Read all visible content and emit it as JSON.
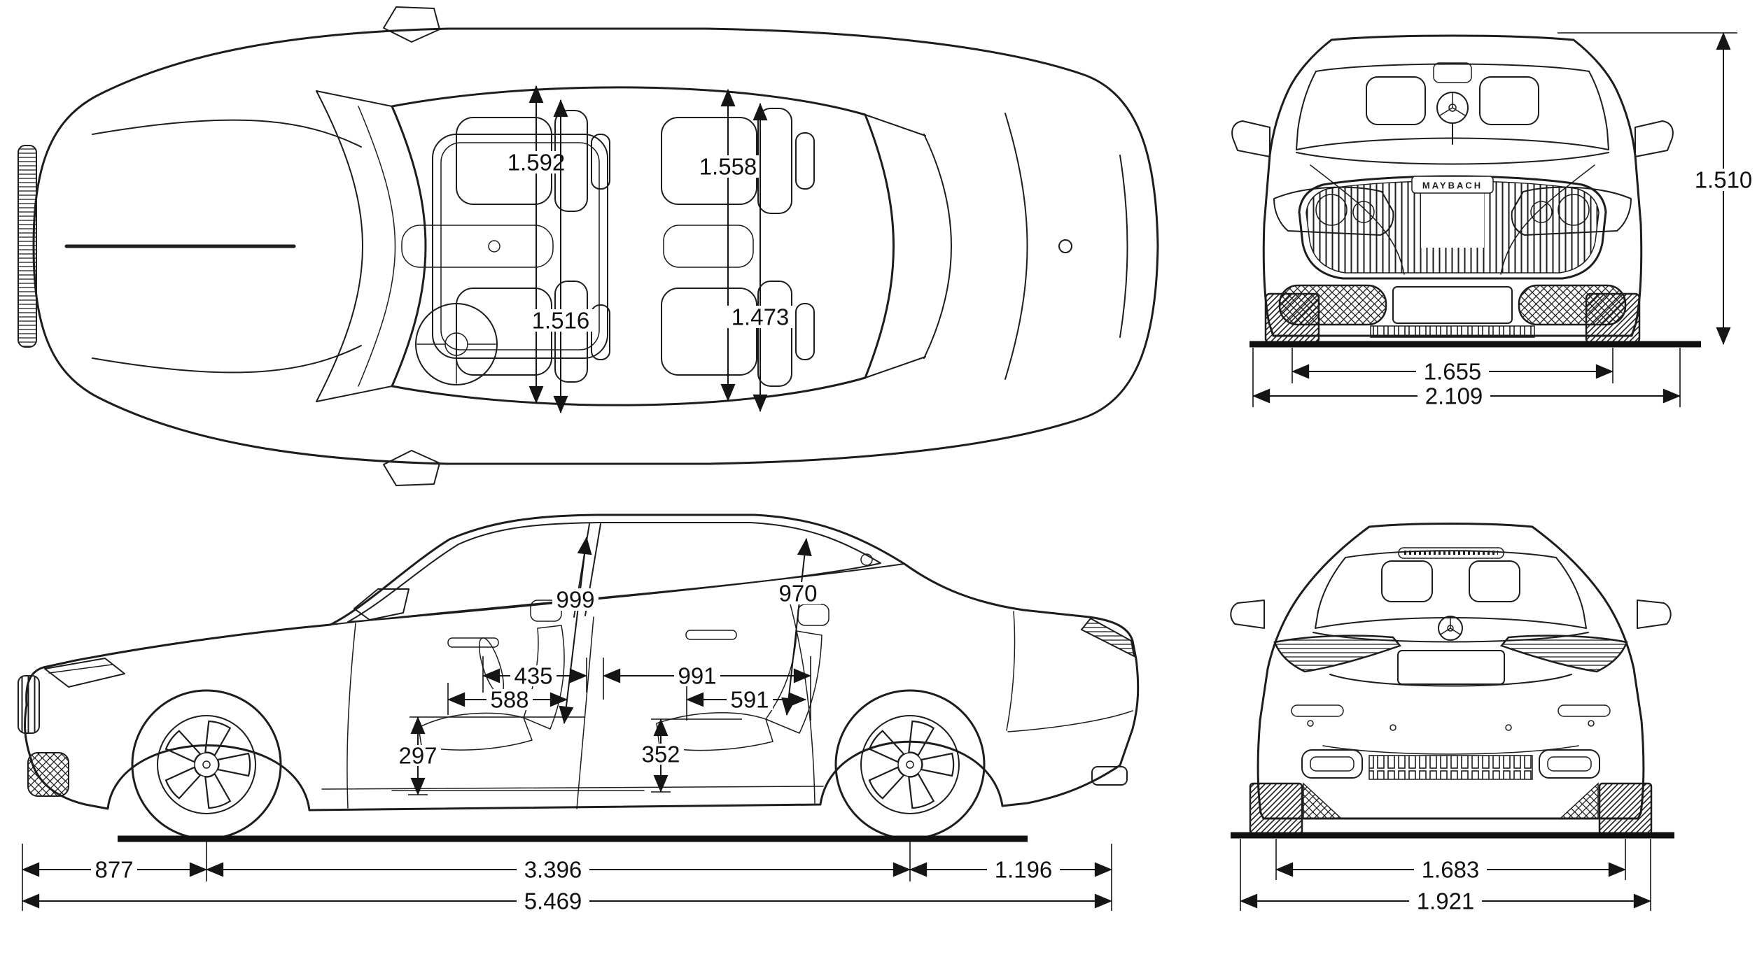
{
  "page": {
    "background": "#ffffff",
    "line_color": "#1d1d1d"
  },
  "branding": {
    "grille_badge": "MAYBACH"
  },
  "views": {
    "top": {
      "dims": {
        "elbow_front": "1.592",
        "elbow_rear": "1.558",
        "shoulder_front": "1.516",
        "shoulder_rear": "1.473"
      }
    },
    "front": {
      "dims": {
        "overall_height": "1.510",
        "front_track": "1.655",
        "width_with_mirrors": "2.109"
      }
    },
    "side": {
      "dims": {
        "headroom_front": "999",
        "headroom_rear": "970",
        "seat_to_wheel": "435",
        "legroom_rear": "991",
        "cushion_length_front": "588",
        "cushion_length_rear": "591",
        "seat_height_front": "297",
        "seat_height_rear": "352",
        "front_overhang": "877",
        "wheelbase": "3.396",
        "rear_overhang": "1.196",
        "overall_length": "5.469"
      }
    },
    "rear": {
      "dims": {
        "rear_track": "1.683",
        "body_width": "1.921"
      }
    }
  }
}
